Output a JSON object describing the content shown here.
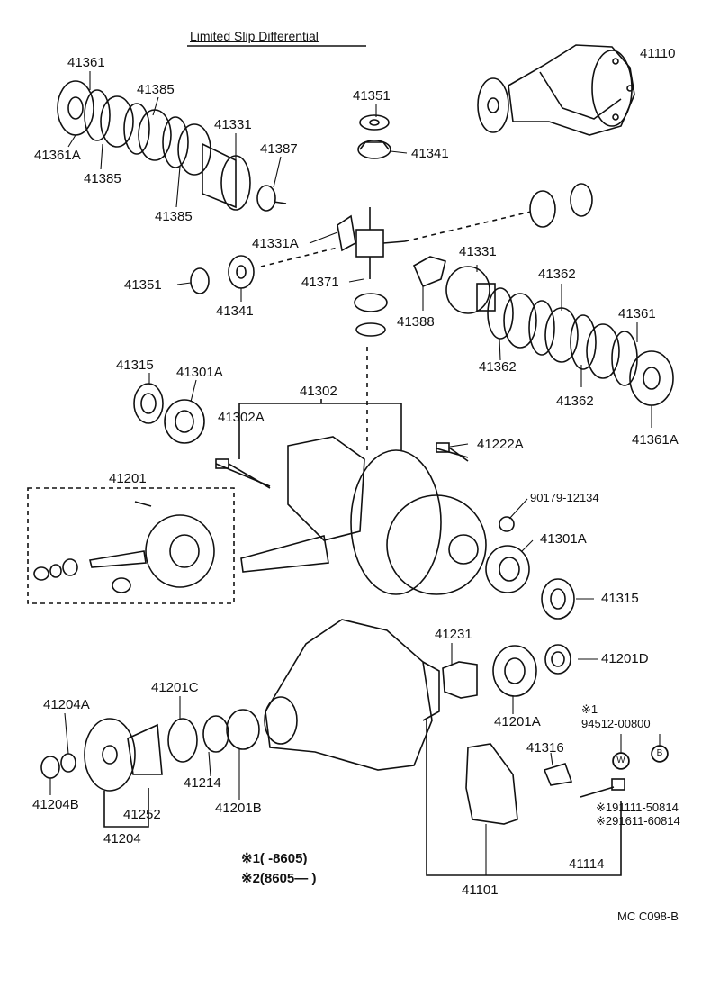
{
  "title": "Limited Slip Differential",
  "callouts": {
    "p41110": "41110",
    "p41361_a": "41361",
    "p41385_a": "41385",
    "p41331_a": "41331",
    "p41387": "41387",
    "p41361A_a": "41361A",
    "p41385_b": "41385",
    "p41385_c": "41385",
    "p41351_a": "41351",
    "p41341_a": "41341",
    "p41331A": "41331A",
    "p41351_b": "41351",
    "p41341_b": "41341",
    "p41371": "41371",
    "p41388": "41388",
    "p41331_b": "41331",
    "p41362_a": "41362",
    "p41362_b": "41362",
    "p41362_c": "41362",
    "p41361_b": "41361",
    "p41361A_b": "41361A",
    "p41315_a": "41315",
    "p41301A_a": "41301A",
    "p41302": "41302",
    "p41302A": "41302A",
    "p41222A": "41222A",
    "p41201": "41201",
    "p90179": "90179-12134",
    "p41301A_b": "41301A",
    "p41315_b": "41315",
    "p41231": "41231",
    "p41201D": "41201D",
    "p41204A": "41204A",
    "p41201C": "41201C",
    "p41201A": "41201A",
    "p94512_mark": "※1",
    "p94512": "94512-00800",
    "p41316": "41316",
    "p41204B": "41204B",
    "p41214": "41214",
    "p41252": "41252",
    "p41201B": "41201B",
    "p41204": "41204",
    "p191111": "※191111-50814",
    "p291611": "※291611-60814",
    "p41114": "41114",
    "p41101": "41101"
  },
  "circle_marks": {
    "w": "W",
    "b": "B"
  },
  "notes": {
    "n1": "※1(    -8605)",
    "n2": "※2(8605—   )"
  },
  "code": "MC  C098-B"
}
